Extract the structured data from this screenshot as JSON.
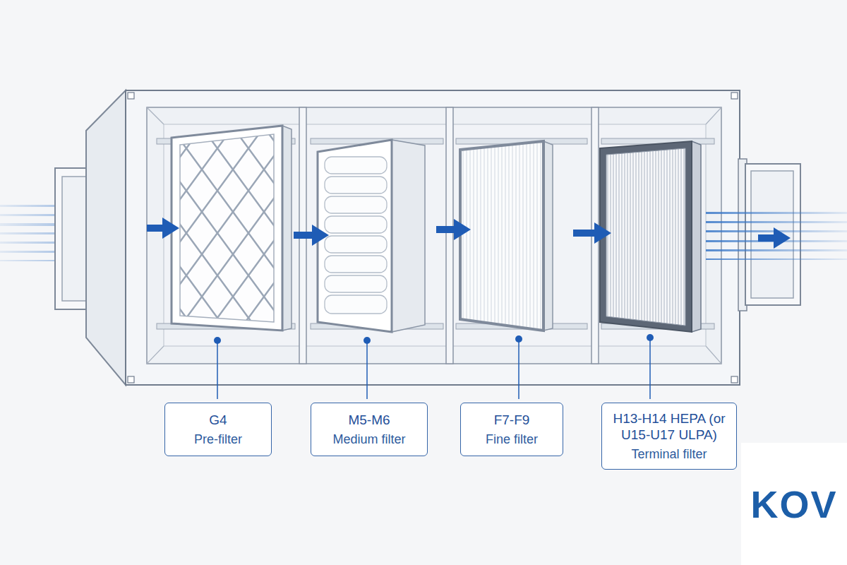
{
  "diagram": {
    "nodes": [
      {
        "text": [
          "G4",
          "Pre-filter"
        ]
      },
      {
        "text": [
          "M5-M6",
          "Medium filter"
        ]
      },
      {
        "text": [
          "F7-F9",
          "Fine filter"
        ]
      },
      {
        "text": [
          "H13-H14 HEPA (or U15-U17 ULPA)",
          "Terminal filter"
        ]
      }
    ],
    "labels": [
      "KOV"
    ]
  }
}
